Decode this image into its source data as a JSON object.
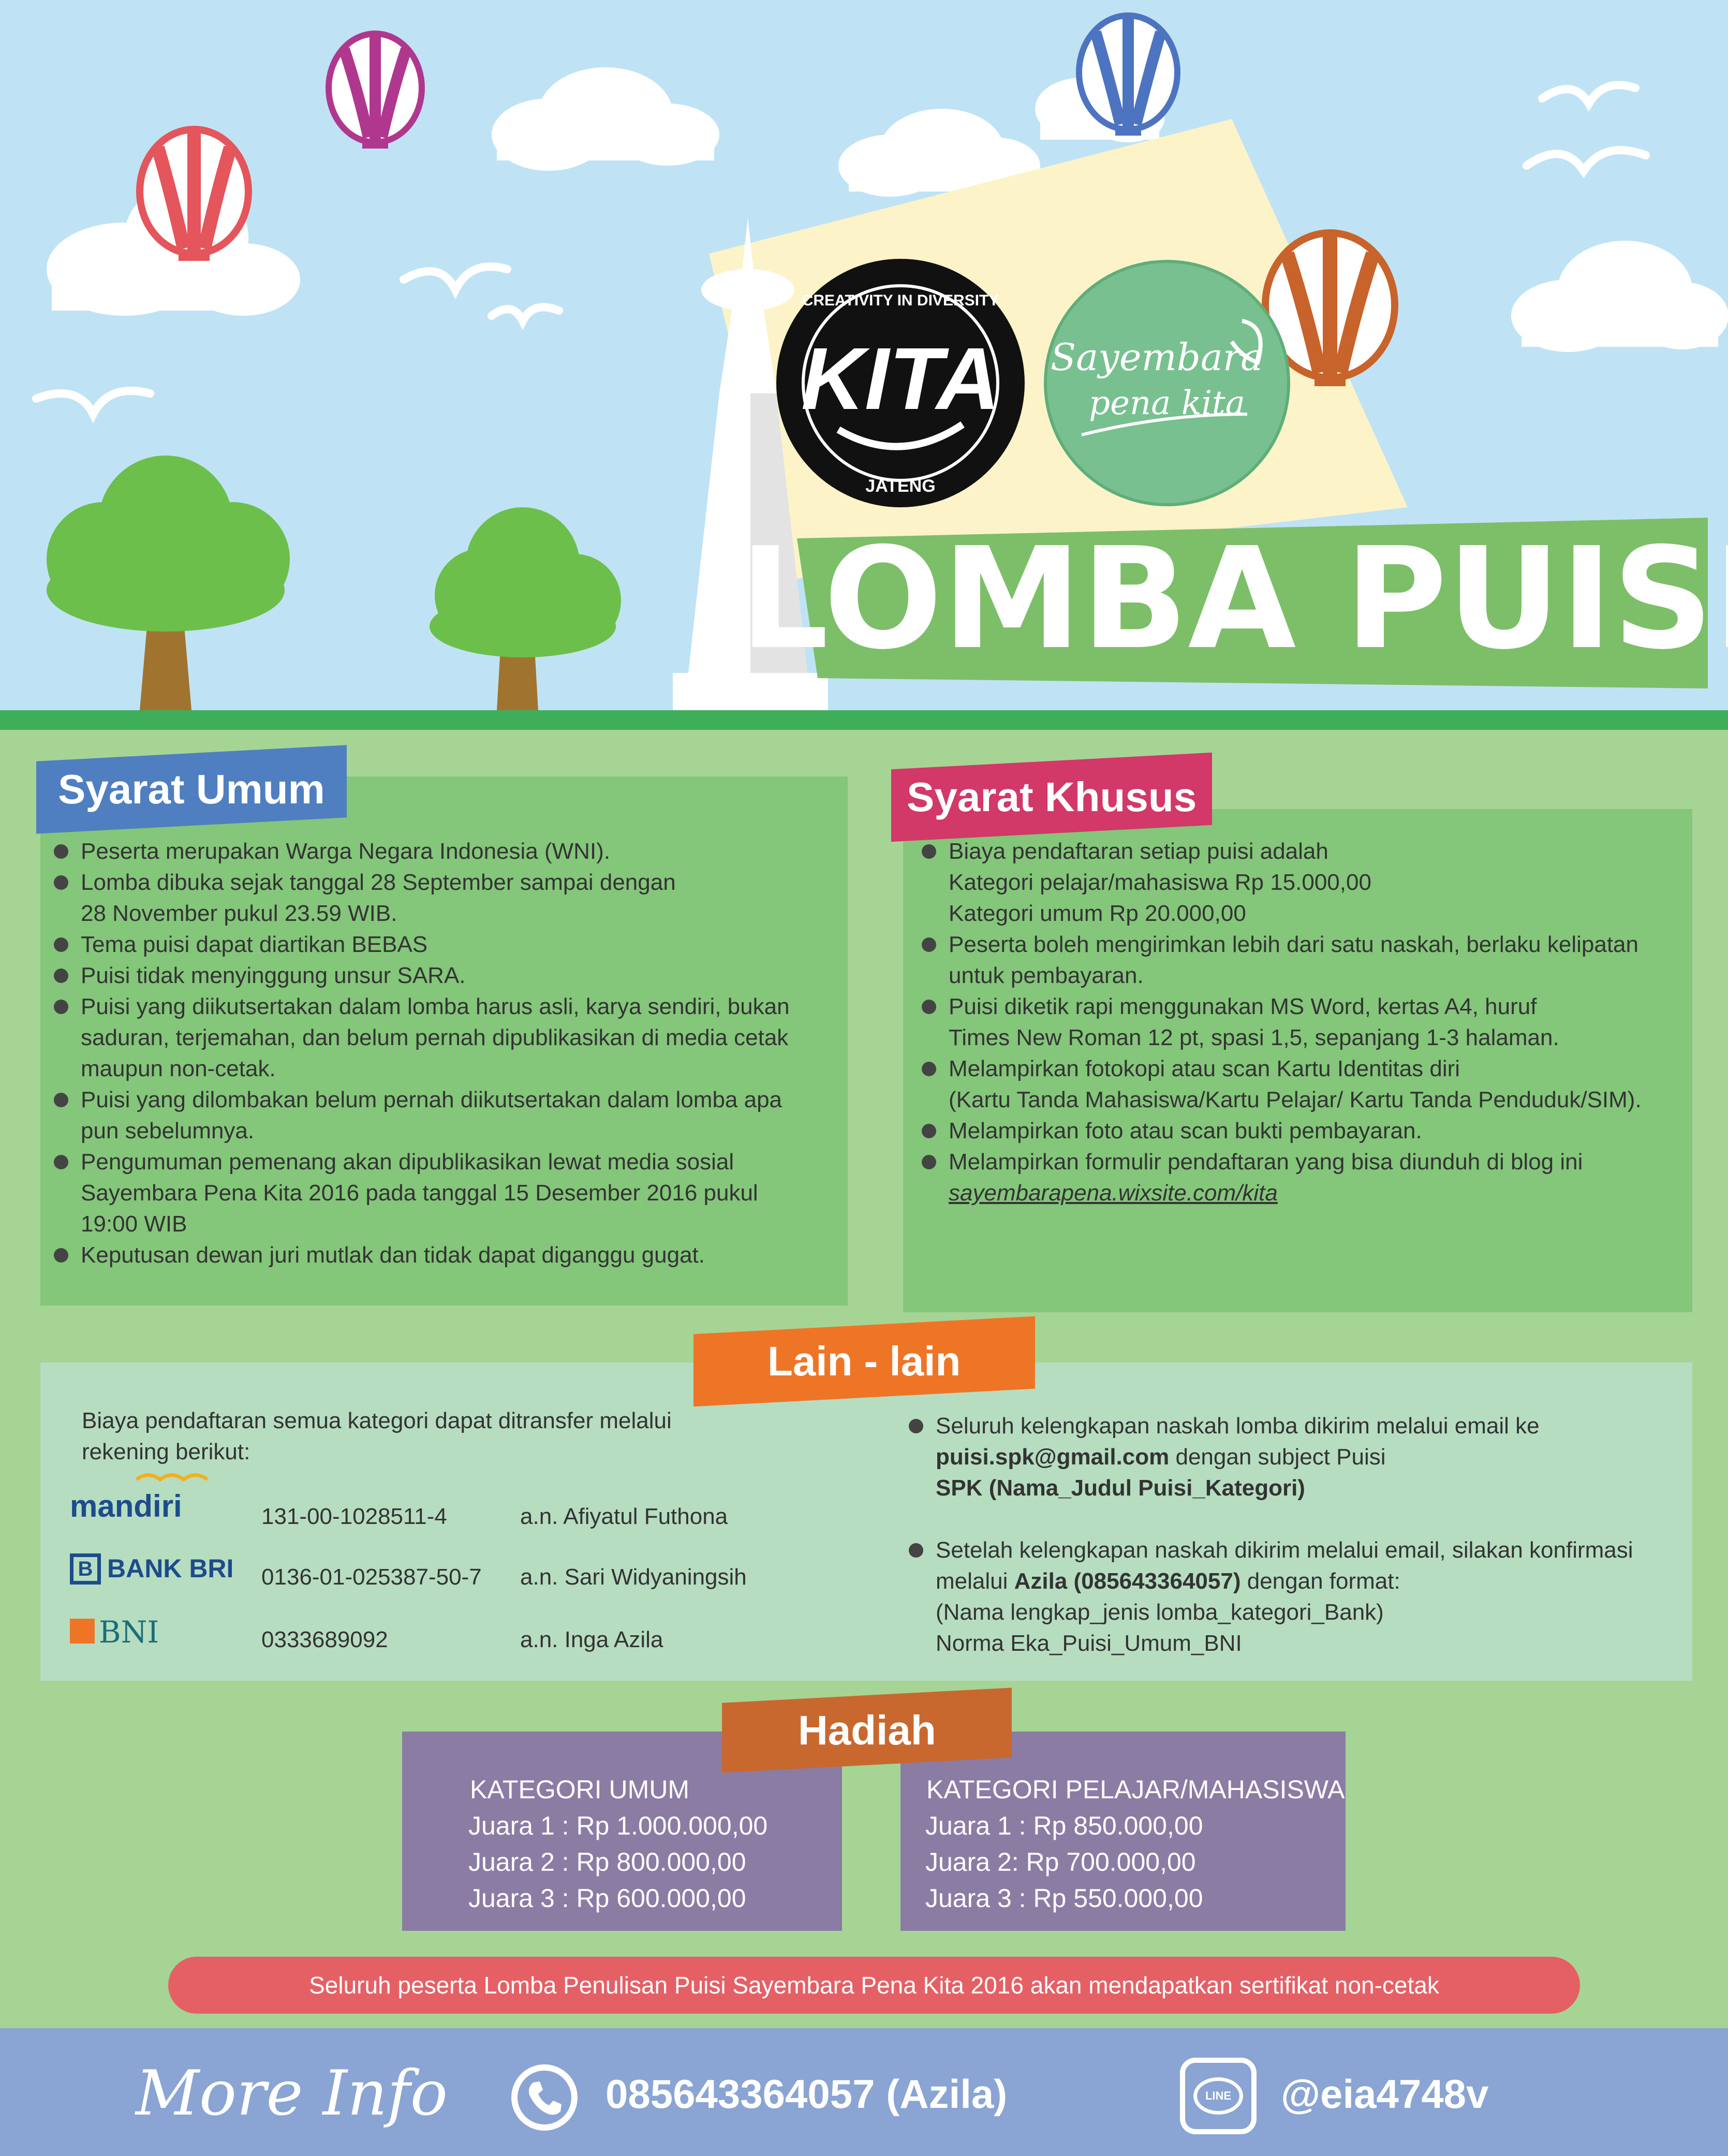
{
  "logos": {
    "kita_ring_top": "CREATIVITY IN DIVERSITY",
    "kita_mark": "KITA",
    "kita_ring_bottom": "JATENG",
    "sayembara_line1": "Sayembara",
    "sayembara_line2": "pena kita"
  },
  "header": {
    "title": "LOMBA PUISI"
  },
  "syarat_umum": {
    "title": "Syarat Umum",
    "items": [
      [
        "Peserta merupakan Warga Negara Indonesia (WNI)."
      ],
      [
        "Lomba dibuka sejak tanggal 28 September sampai dengan",
        "28 November pukul 23.59 WIB."
      ],
      [
        "Tema puisi dapat diartikan BEBAS"
      ],
      [
        "Puisi tidak menyinggung unsur SARA."
      ],
      [
        "Puisi yang diikutsertakan dalam lomba harus asli, karya sendiri, bukan",
        "saduran, terjemahan, dan belum pernah dipublikasikan di media cetak",
        "maupun non-cetak."
      ],
      [
        "Puisi yang dilombakan belum pernah diikutsertakan dalam lomba apa",
        "pun sebelumnya."
      ],
      [
        "Pengumuman pemenang akan dipublikasikan lewat media sosial",
        "Sayembara Pena Kita 2016 pada tanggal 15 Desember 2016 pukul",
        "19:00 WIB"
      ],
      [
        "Keputusan dewan juri mutlak dan tidak dapat diganggu gugat."
      ]
    ]
  },
  "syarat_khusus": {
    "title": "Syarat Khusus",
    "items": [
      [
        "Biaya pendaftaran setiap puisi adalah",
        "Kategori pelajar/mahasiswa  Rp 15.000,00",
        "Kategori umum Rp 20.000,00"
      ],
      [
        "Peserta boleh mengirimkan lebih dari satu naskah, berlaku kelipatan",
        "untuk pembayaran."
      ],
      [
        "Puisi diketik rapi menggunakan MS Word, kertas A4, huruf",
        "Times New Roman 12 pt, spasi 1,5, sepanjang 1-3 halaman."
      ],
      [
        "Melampirkan fotokopi atau scan Kartu Identitas diri",
        "(Kartu Tanda Mahasiswa/Kartu Pelajar/ Kartu Tanda Penduduk/SIM)."
      ],
      [
        "Melampirkan foto atau scan bukti pembayaran."
      ],
      [
        "Melampirkan formulir pendaftaran yang bisa diunduh di blog ini"
      ]
    ],
    "link": "sayembarapena.wixsite.com/kita"
  },
  "lain_lain": {
    "title": "Lain - lain",
    "intro": [
      "Biaya pendaftaran semua kategori dapat ditransfer melalui",
      "rekening berikut:"
    ],
    "banks": [
      {
        "logo": "mandiri",
        "account": "131-00-1028511-4",
        "holder": "a.n. Afiyatul Futhona"
      },
      {
        "logo": "BANK BRI",
        "account": "0136-01-025387-50-7",
        "holder": "a.n. Sari Widyaningsih"
      },
      {
        "logo": "BNI",
        "account": "0333689092",
        "holder": "a.n. Inga Azila"
      }
    ],
    "email_note": {
      "line1": "Seluruh kelengkapan naskah lomba dikirim melalui email ke",
      "email": "puisi.spk@gmail.com",
      "line2_rest": " dengan subject Puisi",
      "subject": "SPK (Nama_Judul Puisi_Kategori)"
    },
    "confirm_note": {
      "line1": "Setelah kelengkapan naskah dikirim melalui email, silakan konfirmasi",
      "line2_pre": "melalui ",
      "contact": "Azila (085643364057)",
      "line2_post": " dengan format:",
      "line3": "(Nama lengkap_jenis lomba_kategori_Bank)",
      "line4": "Norma Eka_Puisi_Umum_BNI"
    }
  },
  "hadiah": {
    "title": "Hadiah",
    "umum": {
      "title": "KATEGORI UMUM",
      "prizes": [
        "Juara 1 : Rp 1.000.000,00",
        "Juara 2 : Rp 800.000,00",
        "Juara 3 : Rp 600.000,00"
      ]
    },
    "pelajar": {
      "title": "KATEGORI PELAJAR/MAHASISWA",
      "prizes": [
        "Juara 1 : Rp 850.000,00",
        "Juara 2: Rp 700.000,00",
        "Juara 3 : Rp 550.000,00"
      ]
    }
  },
  "certificate_note": "Seluruh peserta Lomba Penulisan Puisi Sayembara Pena Kita 2016 akan mendapatkan sertifikat non-cetak",
  "footer": {
    "more_info": "More Info",
    "phone": "085643364057 (Azila)",
    "line_icon_text": "LINE",
    "line_id": "@eia4748v"
  },
  "colors": {
    "sky": "#bfe3f4",
    "green_dark": "#7dbf73",
    "green_panel": "#84c67a",
    "syarat_umum_tab": "#4f7fc0",
    "syarat_khusus_tab": "#d23868",
    "lain_tab": "#ef7526",
    "hadiah_tab": "#c8682f",
    "purple": "#8b7ca4",
    "red_pill": "#e56065",
    "footer": "#8aa4d3"
  }
}
